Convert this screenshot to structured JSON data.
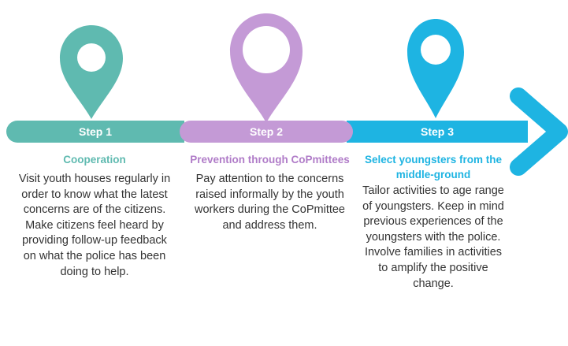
{
  "colors": {
    "step1": "#5fbab0",
    "step2": "#c49ad6",
    "step3": "#1eb4e2"
  },
  "icons": [
    "location-pin-icon",
    "location-pin-icon",
    "location-pin-icon",
    "arrow-head-icon"
  ],
  "steps": [
    {
      "label": "Step 1",
      "title": "Cooperation",
      "body": "Visit youth houses regularly in order to know what the latest concerns are of the citizens. Make citizens feel heard by providing follow-up feedback on what the police has been doing to help."
    },
    {
      "label": "Step 2",
      "title": "Prevention through CoPmittees",
      "body": "Pay attention to the concerns raised informally by the youth workers during the CoPmittee and address them."
    },
    {
      "label": "Step 3",
      "title": "Select youngsters from the middle-ground",
      "body": "Tailor activities to age range of youngsters. Keep in mind previous experiences of the youngsters with the police. Involve families in activities to amplify the positive change."
    }
  ]
}
